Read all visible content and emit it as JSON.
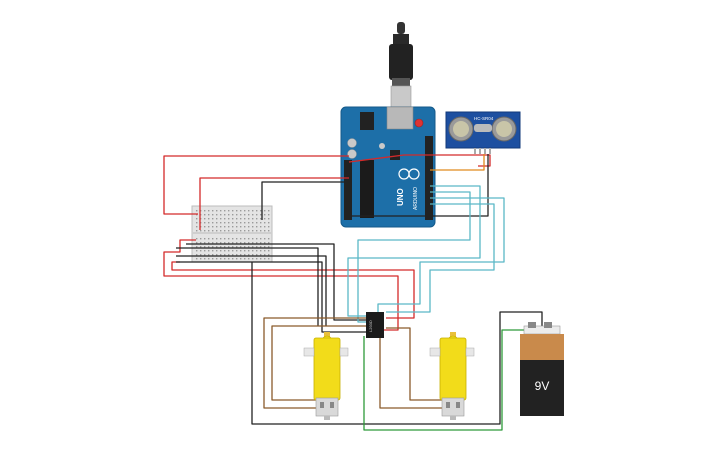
{
  "arduino": {
    "model_label": "UNO",
    "brand_label": "ARDUINO"
  },
  "sensor": {
    "model_label": "HC-SR04"
  },
  "driver_chip": {
    "label": "L293D"
  },
  "battery": {
    "voltage_label": "9V"
  },
  "colors": {
    "red_wire": "#d42a2a",
    "black_wire": "#222222",
    "cyan_wire": "#5bb8c6",
    "brown_wire": "#8a5a2b",
    "green_wire": "#2e9a3a",
    "orange_wire": "#e08a1e",
    "board_blue": "#1d6fa8",
    "motor_yellow": "#f2dc1a",
    "battery_copper": "#c98a4b"
  }
}
